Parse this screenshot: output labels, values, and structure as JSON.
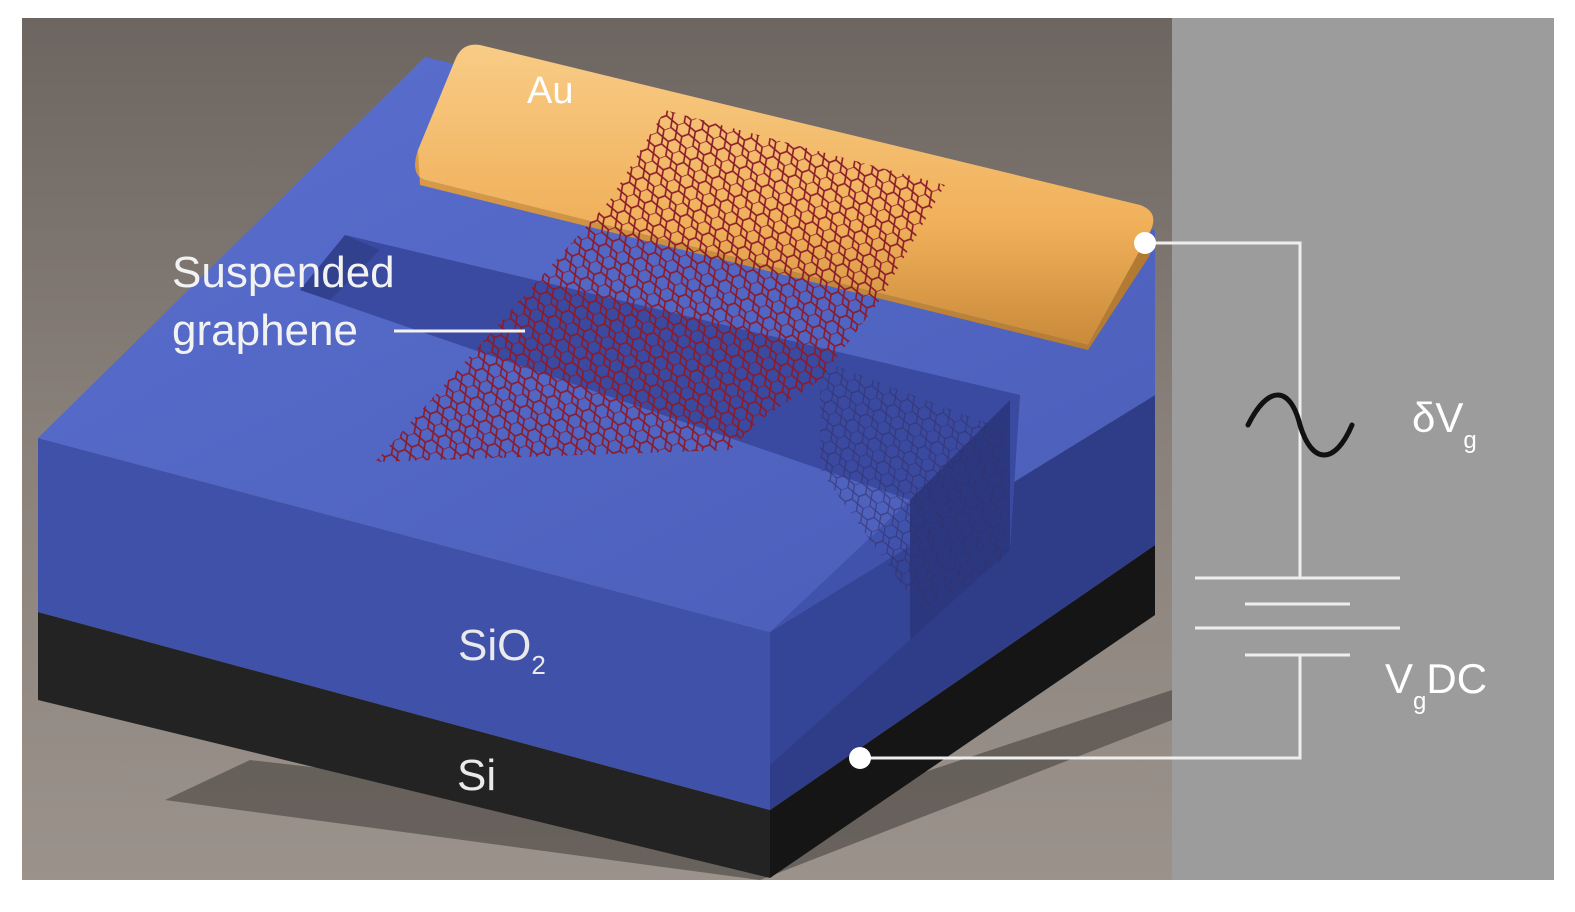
{
  "labels": {
    "gold_electrode": "Au",
    "graphene_line1": "Suspended",
    "graphene_line2": "graphene",
    "oxide_main": "SiO",
    "oxide_sub": "2",
    "substrate": "Si",
    "ac_main": "δV",
    "ac_sub": "g",
    "dc_main": "V",
    "dc_sub": "g",
    "dc_suffix": "DC"
  },
  "colors": {
    "scene_background": "#7d7570",
    "circuit_panel": "#9c9c9c",
    "sio2_top": "#4f63c2",
    "sio2_front": "#3f50a6",
    "sio2_side": "#2f3d86",
    "si_layer": "#1f1f1f",
    "gold": "#f0b05a",
    "graphene": "#8a1a2a",
    "wire": "#eeeeee",
    "ac_symbol": "#111111"
  },
  "components": {
    "ac_source": "sine-wave-icon",
    "dc_source": "battery-icon",
    "terminals": "terminal-dot-icon"
  }
}
